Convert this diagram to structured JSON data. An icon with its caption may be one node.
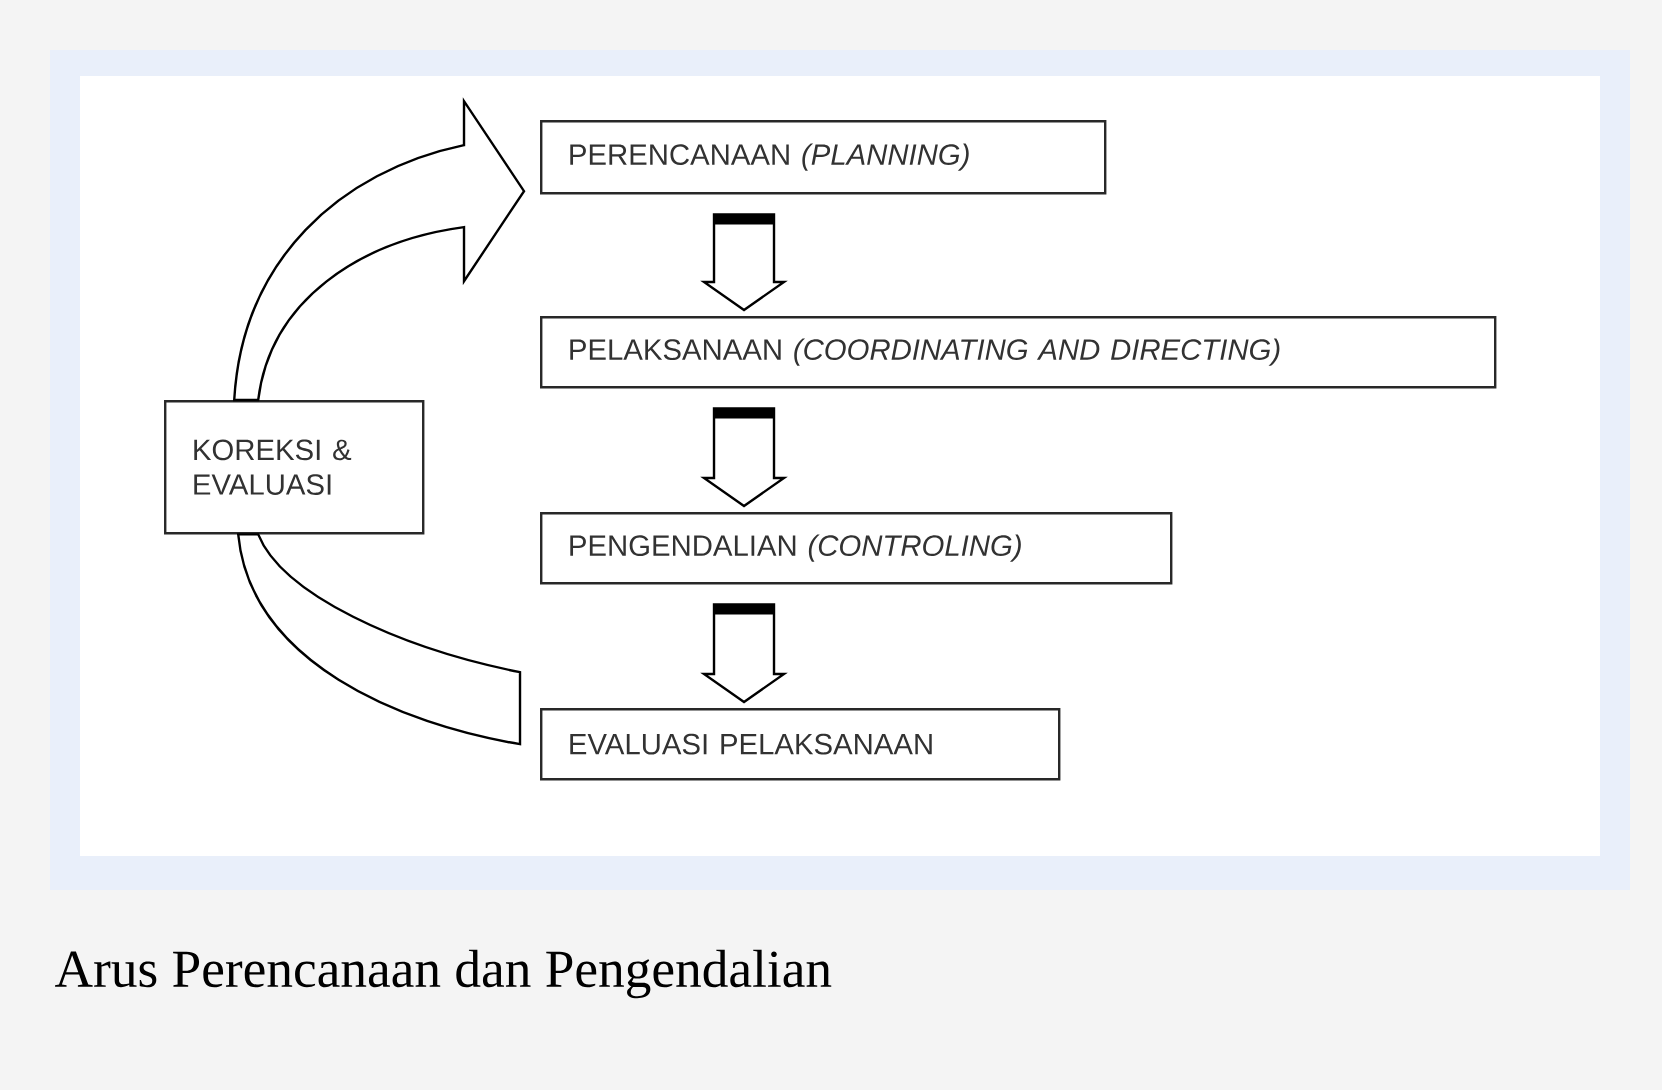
{
  "diagram": {
    "caption": "Arus Perencanaan dan Pengendalian",
    "nodes": [
      {
        "text": [
          "PERENCANAAN *(PLANNING)*"
        ]
      },
      {
        "text": [
          "PELAKSANAAN *(COORDINATING AND DIRECTING)*"
        ]
      },
      {
        "text": [
          "PENGENDALIAN *(CONTROLING)*"
        ]
      },
      {
        "text": [
          "EVALUASI PELAKSANAAN"
        ]
      },
      {
        "text": [
          "KOREKSI & EVALUASI"
        ]
      }
    ],
    "edges": [
      {
        "from": 0,
        "to": 1,
        "arrow": "to"
      },
      {
        "from": 1,
        "to": 2,
        "arrow": "to"
      },
      {
        "from": 2,
        "to": 3,
        "arrow": "to"
      },
      {
        "from": 3,
        "to": 4,
        "arrow": "none"
      },
      {
        "from": 4,
        "to": 0,
        "arrow": "to"
      }
    ]
  }
}
